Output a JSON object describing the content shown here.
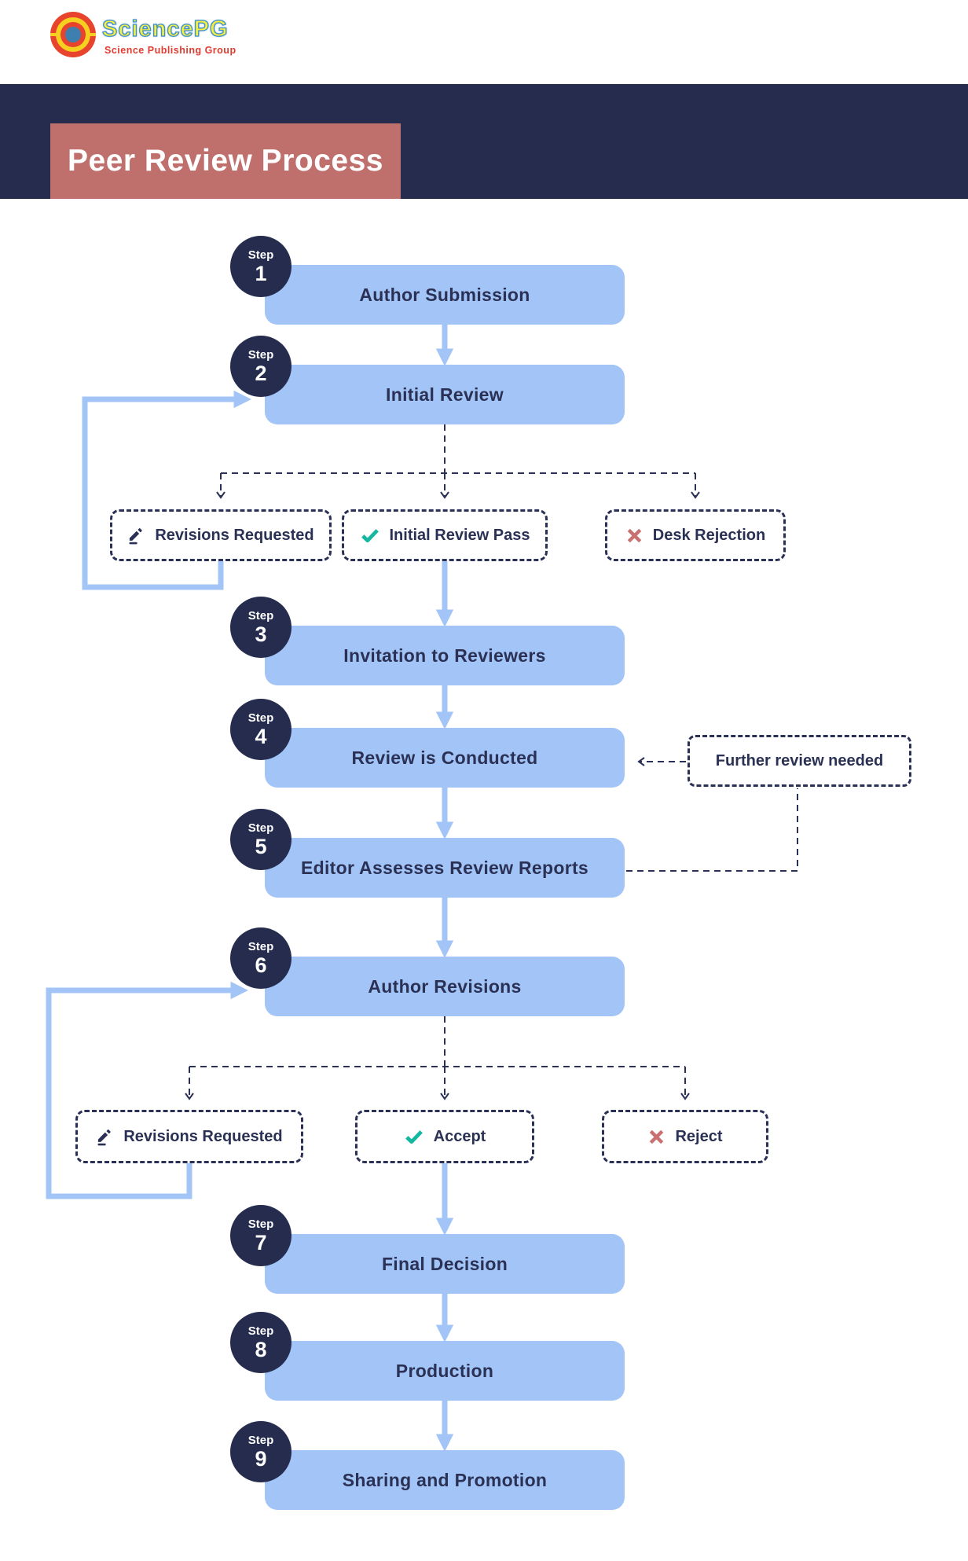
{
  "brand": {
    "name": "SciencePG",
    "tagline": "Science Publishing Group"
  },
  "title": "Peer Review Process",
  "steps": [
    {
      "badge": "Step",
      "number": "1",
      "label": "Author Submission"
    },
    {
      "badge": "Step",
      "number": "2",
      "label": "Initial Review"
    },
    {
      "badge": "Step",
      "number": "3",
      "label": "Invitation to Reviewers"
    },
    {
      "badge": "Step",
      "number": "4",
      "label": "Review is Conducted"
    },
    {
      "badge": "Step",
      "number": "5",
      "label": "Editor Assesses Review Reports"
    },
    {
      "badge": "Step",
      "number": "6",
      "label": "Author Revisions"
    },
    {
      "badge": "Step",
      "number": "7",
      "label": "Final Decision"
    },
    {
      "badge": "Step",
      "number": "8",
      "label": "Production"
    },
    {
      "badge": "Step",
      "number": "9",
      "label": "Sharing and Promotion"
    }
  ],
  "initial_review_outcomes": [
    {
      "label": "Revisions Requested",
      "icon": "pen-icon"
    },
    {
      "label": "Initial Review Pass",
      "icon": "check-icon"
    },
    {
      "label": "Desk Rejection",
      "icon": "x-icon"
    }
  ],
  "revision_outcomes": [
    {
      "label": "Revisions Requested",
      "icon": "pen-icon"
    },
    {
      "label": "Accept",
      "icon": "check-icon"
    },
    {
      "label": "Reject",
      "icon": "x-icon"
    }
  ],
  "side_note": {
    "label": "Further review needed"
  },
  "colors": {
    "navy": "#252c4e",
    "flow_box_blue": "#a3c4f7",
    "title_banner_red": "#bf6f6c",
    "check_teal": "#14b8a0",
    "reject_red": "#c97070",
    "text_navy": "#2a3154"
  }
}
